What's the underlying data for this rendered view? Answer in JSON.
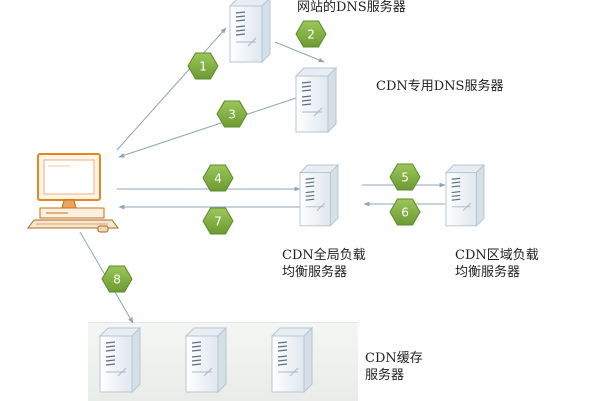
{
  "labels": {
    "site_dns": "网站的DNS服务器",
    "cdn_dns": "CDN专用DNS服务器",
    "gslb_line1": "CDN全局负载",
    "gslb_line2": "均衡服务器",
    "slb_line1": "CDN区域负载",
    "slb_line2": "均衡服务器",
    "cache_line1": "CDN缓存",
    "cache_line2": "服务器"
  },
  "steps": [
    "1",
    "2",
    "3",
    "4",
    "5",
    "6",
    "7",
    "8"
  ],
  "colors": {
    "step_hex": "#7fae3e",
    "step_hex_edge": "#5f8a2a",
    "arrow": "#8ea6b8",
    "monitor": "#e8861e",
    "server_body": "#f3f6f8",
    "server_edge": "#c7d3dc",
    "lavender_server": "#eceaf4",
    "green_server": "#f4f8ee"
  },
  "icons": [
    "client-computer-icon",
    "server-icon"
  ]
}
